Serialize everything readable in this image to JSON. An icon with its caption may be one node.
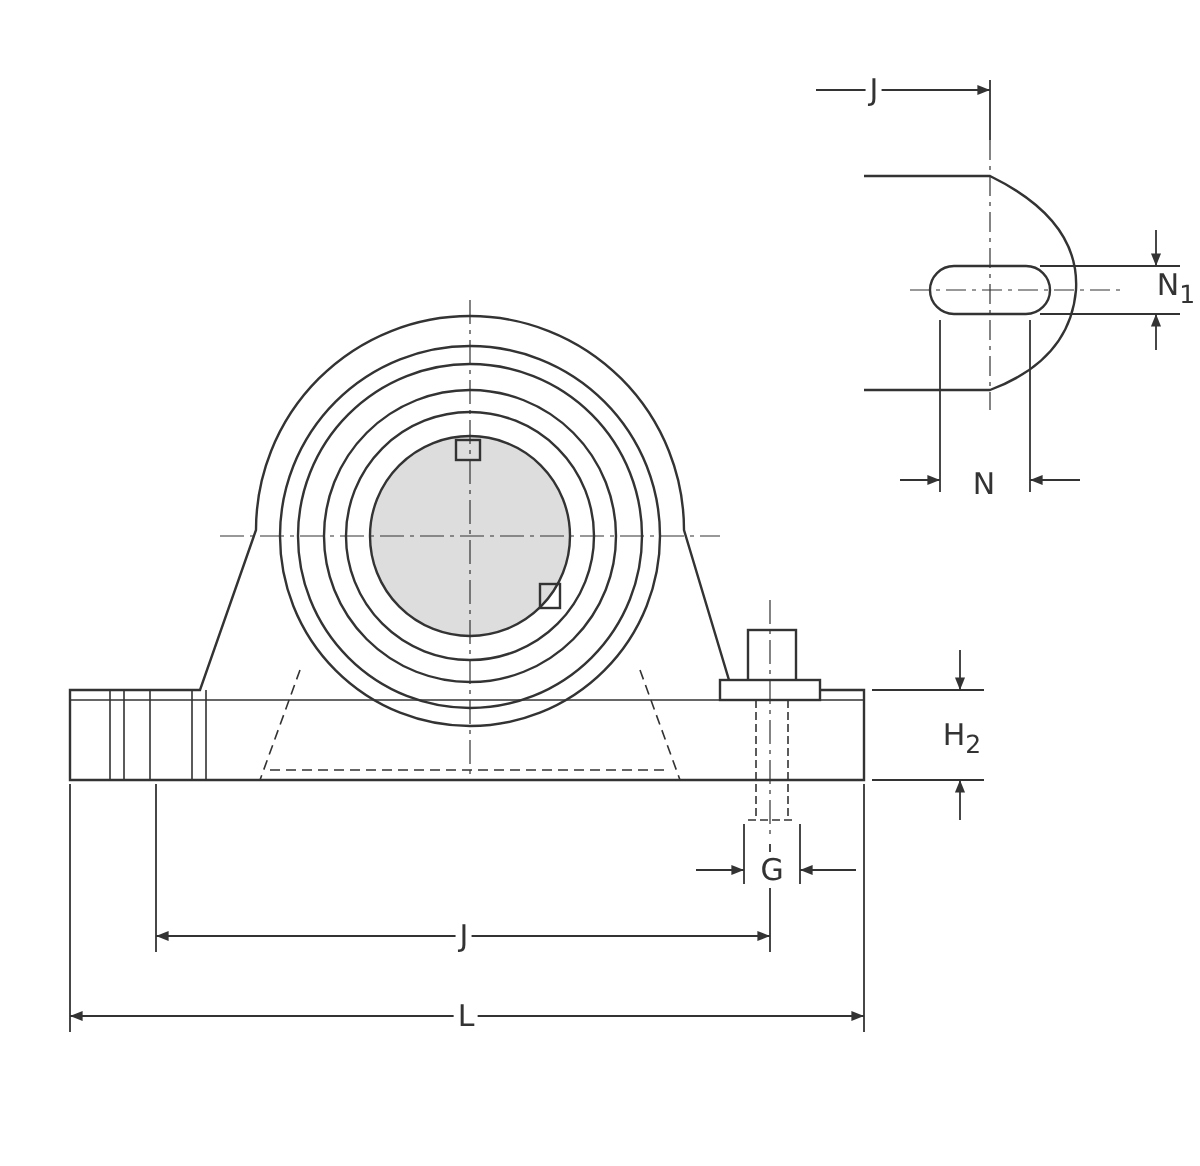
{
  "diagram": {
    "labels": [
      "J",
      "N$_{1}$",
      "N",
      "H$_{2}$",
      "G",
      "J",
      "L"
    ]
  }
}
